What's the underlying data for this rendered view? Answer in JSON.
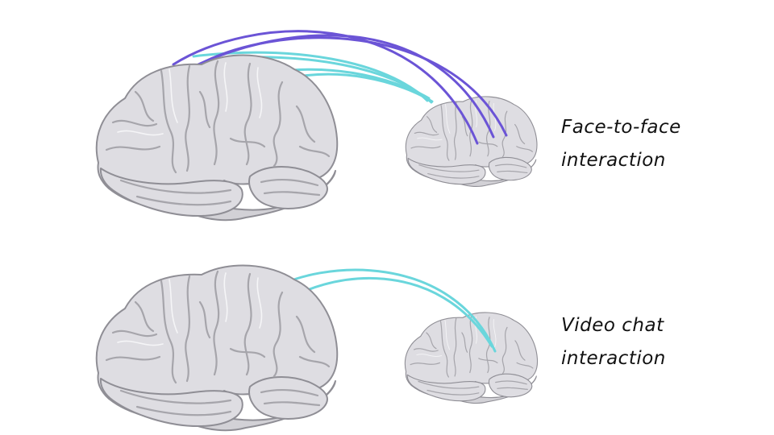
{
  "panels": [
    {
      "id": "face-to-face",
      "label_lines": [
        "Face-to-face",
        "interaction"
      ],
      "connection_colors": [
        "#6b54d6",
        "#6ad6dc"
      ]
    },
    {
      "id": "video-chat",
      "label_lines": [
        "Video chat",
        "interaction"
      ],
      "connection_colors": [
        "#6ad6dc"
      ]
    }
  ],
  "colors": {
    "strong_connection": "#6b54d6",
    "weak_connection": "#6ad6dc",
    "brain_fill": "#dedde2",
    "brain_outline": "#8f8e95",
    "label_text": "#111111"
  }
}
